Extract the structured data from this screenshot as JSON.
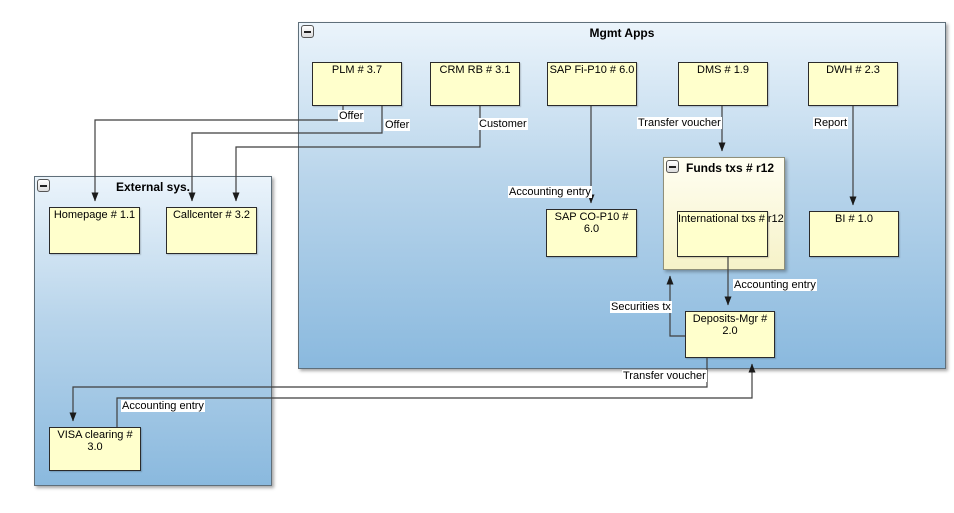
{
  "diagram": {
    "containers": {
      "mgmt_apps": {
        "title": "Mgmt Apps"
      },
      "external_sys": {
        "title": "External sys."
      },
      "funds_txs": {
        "title": "Funds txs # r12"
      }
    },
    "nodes": {
      "plm": {
        "label": "PLM # 3.7"
      },
      "crm_rb": {
        "label": "CRM RB # 3.1"
      },
      "sap_fi": {
        "label": "SAP Fi-P10 # 6.0"
      },
      "dms": {
        "label": "DMS # 1.9"
      },
      "dwh": {
        "label": "DWH # 2.3"
      },
      "sap_co": {
        "label": "SAP CO-P10 # 6.0"
      },
      "international_txs": {
        "label": "International txs # r12"
      },
      "bi": {
        "label": "BI # 1.0"
      },
      "deposits_mgr": {
        "label": "Deposits-Mgr # 2.0"
      },
      "homepage": {
        "label": "Homepage # 1.1"
      },
      "callcenter": {
        "label": "Callcenter # 3.2"
      },
      "visa_clearing": {
        "label": "VISA clearing # 3.0"
      }
    },
    "edge_labels": {
      "offer_1": "Offer",
      "offer_2": "Offer",
      "customer": "Customer",
      "accounting_entry_sap": "Accounting entry",
      "transfer_voucher_dms": "Transfer voucher",
      "report": "Report",
      "accounting_entry_deposits": "Accounting entry",
      "securities_tx": "Securities tx",
      "transfer_voucher_visa": "Transfer voucher",
      "accounting_entry_visa": "Accounting entry"
    },
    "icons": {
      "collapse": "minus-icon"
    },
    "colors": {
      "container_gradient_top": "#ebf4fb",
      "container_gradient_bottom": "#8ab9de",
      "subcontainer_gradient_top": "#fffef2",
      "subcontainer_gradient_bottom": "#f6f2c8",
      "node_fill": "#ffffcc",
      "node_border": "#2b2b2b",
      "edge_stroke": "#3f3f3f"
    }
  }
}
